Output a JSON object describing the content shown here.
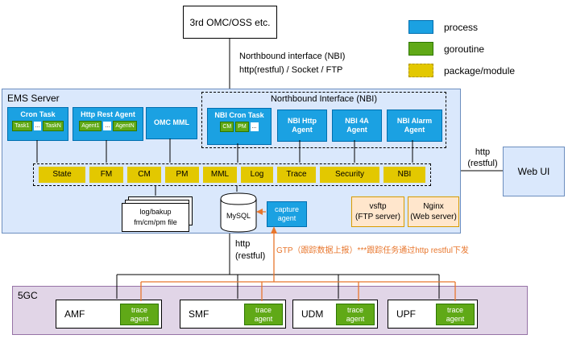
{
  "top_box": {
    "label": "3rd OMC/OSS etc."
  },
  "nbi_link": {
    "line1": "Northbound interface (NBI)",
    "line2": "http(restful) / Socket / FTP"
  },
  "legend": {
    "process": "process",
    "goroutine": "goroutine",
    "package": "package/module"
  },
  "ems": {
    "label": "EMS Server",
    "cron_task": {
      "title": "Cron Task",
      "items": [
        "Task1",
        "...",
        "TaskN"
      ]
    },
    "http_rest_agent": {
      "title": "Http Rest Agent",
      "items": [
        "Agent1",
        "...",
        "AgentN"
      ]
    },
    "omc_mml": "OMC MML",
    "nbi": {
      "label": "Northbound Interface (NBI)",
      "cron_task": {
        "title": "NBI Cron Task",
        "items": [
          "CM",
          "PM",
          "..."
        ]
      },
      "http_agent": "NBI Http Agent",
      "four_a_agent": "NBI 4A Agent",
      "alarm_agent": "NBI Alarm Agent"
    },
    "modules": [
      "State",
      "FM",
      "CM",
      "PM",
      "MML",
      "Log",
      "Trace",
      "Security",
      "NBI"
    ],
    "files": {
      "line1": "log/bakup",
      "line2": "fm/cm/pm file"
    },
    "mysql": "MySQL",
    "capture_agent": "capture agent",
    "vsftp": {
      "line1": "vsftp",
      "line2": "(FTP server)"
    },
    "nginx": {
      "line1": "Nginx",
      "line2": "(Web server)"
    }
  },
  "web_ui": {
    "label": "Web UI",
    "link_line1": "http",
    "link_line2": "(restful)"
  },
  "south": {
    "http_line1": "http",
    "http_line2": "(restful)",
    "gtp_note": "GTP（跟踪数据上报）***跟踪任务通过http restful下发"
  },
  "core": {
    "label": "5GC",
    "nfs": [
      {
        "name": "AMF",
        "agent": "trace agent"
      },
      {
        "name": "SMF",
        "agent": "trace agent"
      },
      {
        "name": "UDM",
        "agent": "trace agent"
      },
      {
        "name": "UPF",
        "agent": "trace agent"
      }
    ]
  },
  "colors": {
    "process": "#1ba1e2",
    "process-border": "#006eaf",
    "goroutine": "#60a917",
    "goroutine-border": "#2d7600",
    "package": "#e3c800",
    "package-border": "#b09500",
    "ems-fill": "#dae8fc",
    "ems-border": "#6c8ebf",
    "core-fill": "#e1d5e7",
    "core-border": "#9673a6",
    "server-fill": "#ffe6cc",
    "server-border": "#d79b00",
    "accent-orange": "#e8762c"
  }
}
